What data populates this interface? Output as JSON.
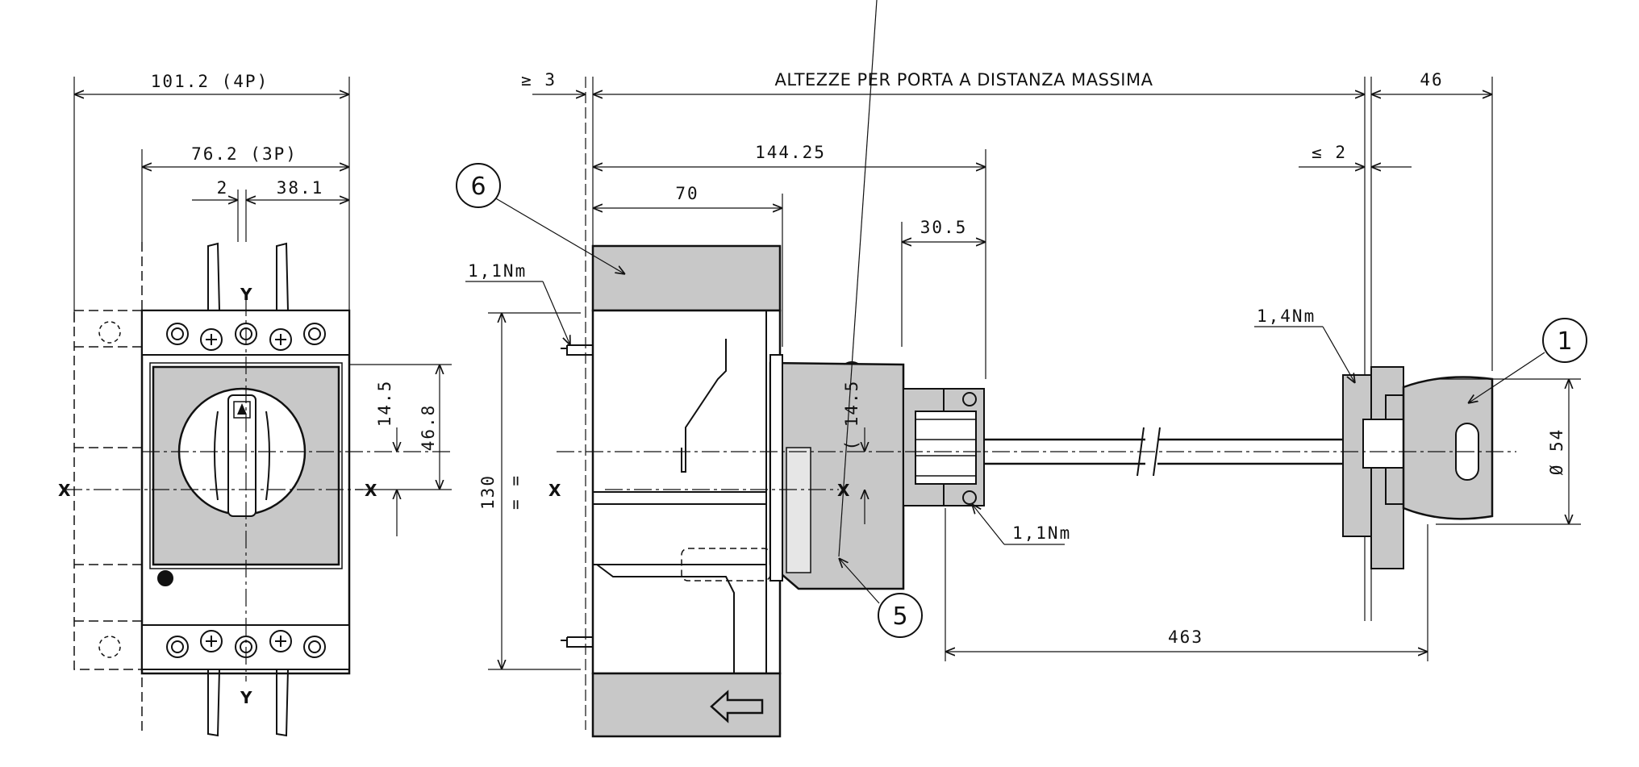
{
  "front_view": {
    "width_4p": "101.2 (4P)",
    "width_3p": "76.2 (3P)",
    "offset_2": "2",
    "pitch_38_1": "38.1",
    "height_14_5": "14.5",
    "height_46_8": "46.8",
    "axis_x": "X",
    "axis_y": "Y"
  },
  "side_view": {
    "gap_min": "≥ 3",
    "door_distance_label": "ALTEZZE PER PORTA A DISTANZA MASSIMA",
    "dim_46": "46",
    "dim_144_25": "144.25",
    "dim_70": "70",
    "dim_30_5": "30.5",
    "dim_le_2": "≤ 2",
    "dim_14_5_paren": "( 14.5 )",
    "dim_130": "130",
    "dim_equal": "= =",
    "dim_463": "463",
    "dim_diameter_54": "Ø 54",
    "torque_1": "1,1Nm",
    "torque_2": "1,4Nm",
    "torque_3": "1,1Nm",
    "callout_1": "1",
    "callout_5": "5",
    "callout_6": "6"
  },
  "colors": {
    "line": "#111111",
    "fill_gray": "#c8c8c8",
    "fill_light": "#e6e6e6"
  }
}
